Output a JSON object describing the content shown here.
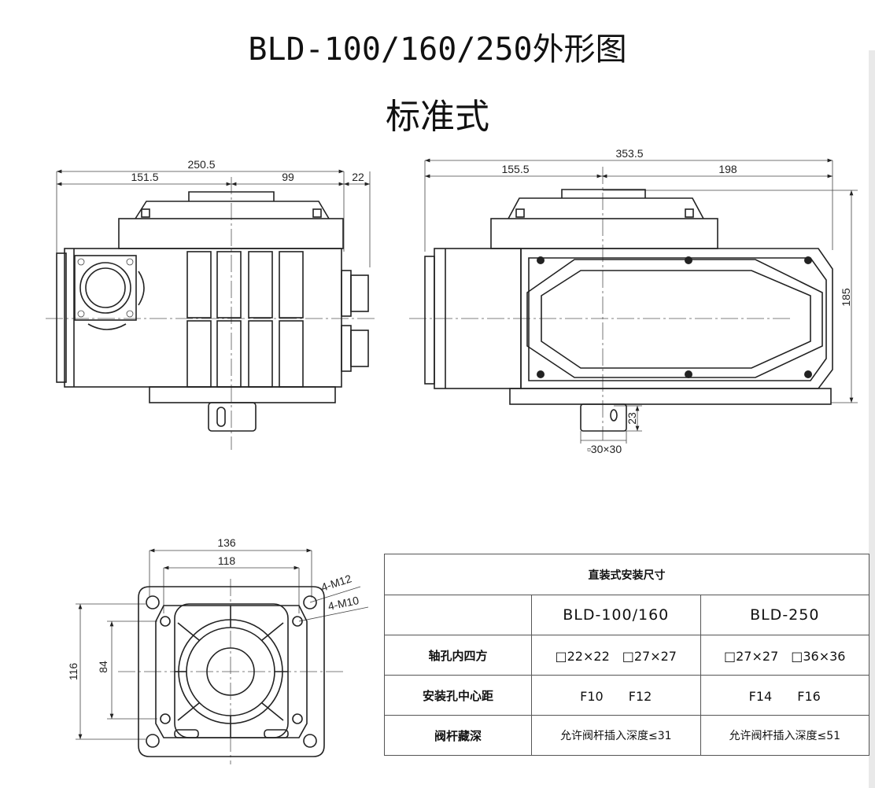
{
  "title": "BLD-100/160/250外形图",
  "subtitle": "标准式",
  "front_view": {
    "dims": {
      "overall": "250.5",
      "left": "151.5",
      "right": "99",
      "cap": "22"
    }
  },
  "side_view": {
    "dims": {
      "overall": "353.5",
      "left": "155.5",
      "right": "198",
      "height": "185",
      "shaft": "23",
      "square": "▫30×30"
    }
  },
  "flange_view": {
    "dims": {
      "outer": "136",
      "inner": "118",
      "height_outer": "116",
      "height_inner": "84",
      "hole_outer": "4-M12",
      "hole_inner": "4-M10"
    }
  },
  "table": {
    "caption": "直装式安装尺寸",
    "models": [
      "BLD-100/160",
      "BLD-250"
    ],
    "rows": [
      {
        "label": "轴孔内四方",
        "values": [
          "□22×22　□27×27",
          "□27×27　□36×36"
        ]
      },
      {
        "label": "安装孔中心距",
        "values": [
          "F10　　F12",
          "F14　　F16"
        ]
      },
      {
        "label": "阀杆藏深",
        "values": [
          "允许阀杆插入深度≤31",
          "允许阀杆插入深度≤51"
        ]
      }
    ]
  }
}
